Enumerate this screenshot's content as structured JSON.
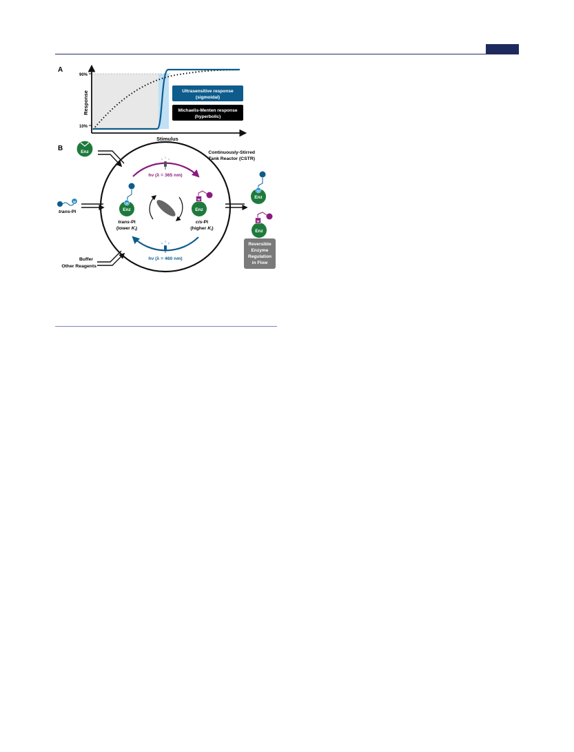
{
  "panel_a": {
    "label": "A",
    "y_tick_high": "90%",
    "y_tick_low": "10%",
    "y_axis_label": "Response",
    "x_axis_label": "Stimulus",
    "legend_blue_title": "Ultrasensitive response",
    "legend_blue_sub": "(sigmoidal)",
    "legend_black_title": "Michaelis-Menten response",
    "legend_black_sub": "(hyperbolic)",
    "colors": {
      "sigmoid": "#0d5c8c",
      "highlight": "#bfe0f5",
      "plateau_box": "#e8e8e8"
    }
  },
  "panel_b": {
    "label": "B",
    "enzyme_label": "Enz",
    "w_label": "W",
    "reactor_label_line1": "Continuously-Stirred",
    "reactor_label_line2": "Tank Reactor (CSTR)",
    "uv_label_prefix": "hν (λ = ",
    "uv_label_value": "365 nm",
    "uv_label_suffix": ")",
    "vis_label_prefix": "hν (λ = ",
    "vis_label_value": "460 nm",
    "vis_label_suffix": ")",
    "trans_pi_inlet_italic": "trans",
    "trans_pi_inlet_rest": "-PI",
    "trans_pi_italic": "trans",
    "trans_pi_rest": "-PI",
    "trans_pi_ki_open": "(lower ",
    "trans_pi_ki_k": "K",
    "trans_pi_ki_sub": "i",
    "trans_pi_ki_close": ")",
    "cis_pi_italic": "cis",
    "cis_pi_rest": "-PI",
    "cis_pi_ki_open": "(higher ",
    "cis_pi_ki_k": "K",
    "cis_pi_ki_sub": "i",
    "cis_pi_ki_close": ")",
    "buffer_line1": "Buffer",
    "buffer_line2": "Other Reagents",
    "outflow_box_lines": [
      "Reversible",
      "Enzyme",
      "Regulation",
      "in Flow"
    ],
    "colors": {
      "enzyme": "#1e7a3c",
      "trans": "#0d5c8c",
      "cis": "#8a1a7e",
      "box": "#7a7a7a"
    }
  }
}
